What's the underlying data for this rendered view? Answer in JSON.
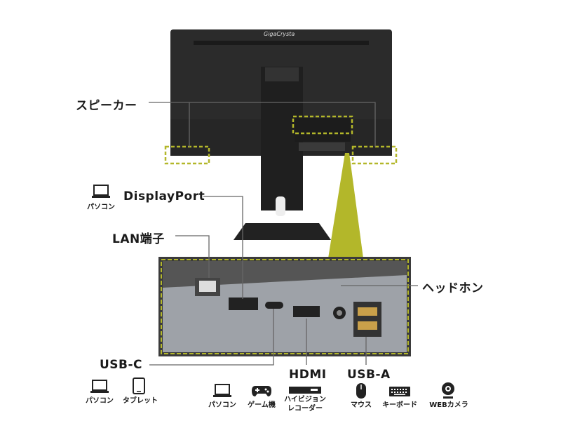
{
  "monitor": {
    "brand": "GigaCrysta"
  },
  "labels": {
    "speaker": "スピーカー",
    "displayport": "DisplayPort",
    "lan": "LAN端子",
    "headphone": "ヘッドホン",
    "usbc": "USB-C",
    "hdmi": "HDMI",
    "usba": "USB-A"
  },
  "devices": {
    "displayport": [
      {
        "name": "パソコン",
        "icon": "laptop-icon"
      }
    ],
    "usbc": [
      {
        "name": "パソコン",
        "icon": "laptop-icon"
      },
      {
        "name": "タブレット",
        "icon": "tablet-icon"
      }
    ],
    "hdmi": [
      {
        "name": "パソコン",
        "icon": "laptop-icon"
      },
      {
        "name": "ゲーム機",
        "icon": "gamepad-icon"
      },
      {
        "name_line1": "ハイビジョン",
        "name_line2": "レコーダー",
        "icon": "recorder-icon"
      }
    ],
    "usba": [
      {
        "name": "マウス",
        "icon": "mouse-icon"
      },
      {
        "name": "キーボード",
        "icon": "keyboard-icon"
      },
      {
        "name": "WEBカメラ",
        "icon": "webcam-icon"
      }
    ]
  },
  "colors": {
    "accent": "#b3b72a",
    "callout_line": "#666666",
    "monitor_body": "#2a2a2a"
  }
}
